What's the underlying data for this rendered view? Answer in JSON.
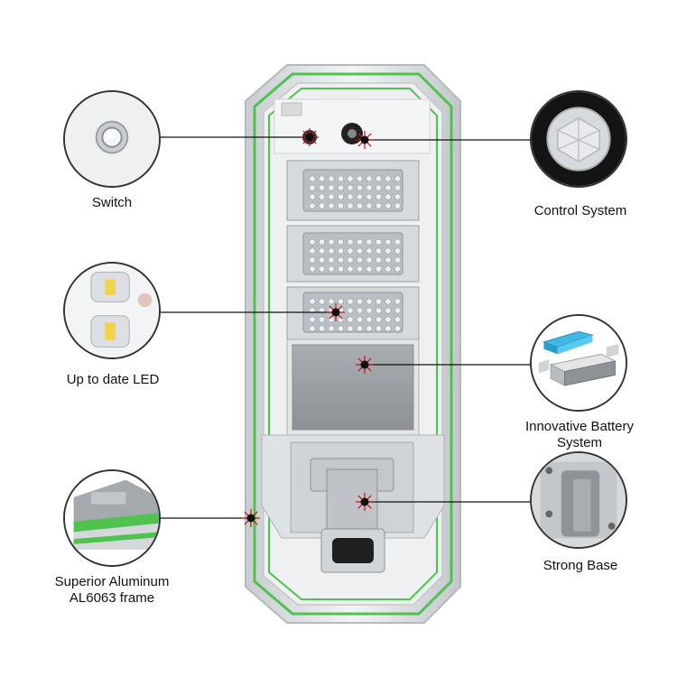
{
  "callouts": {
    "switch": "Switch",
    "control_system": "Control System",
    "led": "Up to date LED",
    "battery_line1": "Innovative Battery",
    "battery_line2": "System",
    "base": "Strong Base",
    "frame_line1": "Superior Aluminum",
    "frame_line2": "AL6063 frame"
  },
  "colors": {
    "frame_green": "#4fc24f",
    "frame_silver": "#d9dde0",
    "led_panel": "#c9ced3",
    "marker_red": "#cc1111",
    "battery_blue": "#3fb8e6"
  },
  "icons": [
    "switch-button-icon",
    "pir-sensor-icon",
    "led-chip-icon",
    "battery-pack-icon",
    "mount-bracket-icon",
    "frame-corner-icon"
  ]
}
